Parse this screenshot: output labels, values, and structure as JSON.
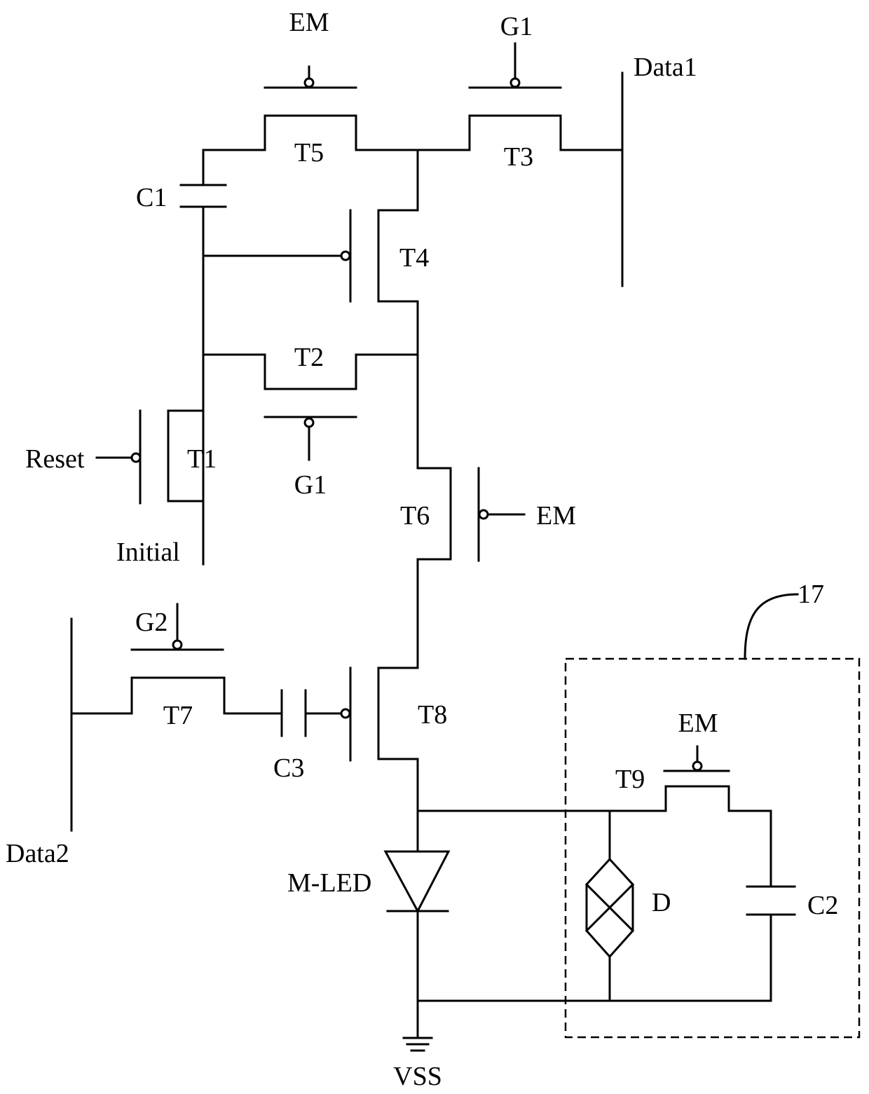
{
  "labels": {
    "em_t5": "EM",
    "g1_t3": "G1",
    "data1": "Data1",
    "t5": "T5",
    "t3": "T3",
    "c1": "C1",
    "t4": "T4",
    "t2": "T2",
    "reset": "Reset",
    "t1": "T1",
    "g1_t2": "G1",
    "t6": "T6",
    "em_t6": "EM",
    "initial": "Initial",
    "g2": "G2",
    "t7": "T7",
    "c3": "C3",
    "t8": "T8",
    "data2": "Data2",
    "em_t9": "EM",
    "t9": "T9",
    "m_led": "M-LED",
    "d": "D",
    "c2": "C2",
    "block_17": "17",
    "vss": "VSS"
  }
}
